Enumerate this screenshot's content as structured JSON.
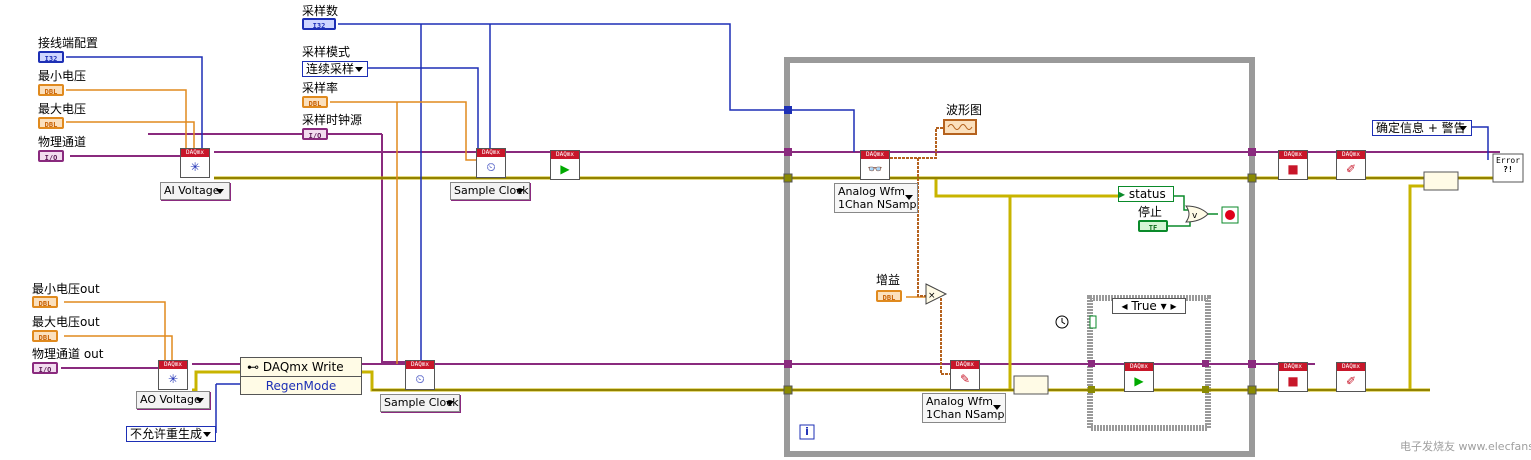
{
  "controls": {
    "terminal_config": {
      "label": "接线端配置",
      "type": "I32"
    },
    "min_voltage": {
      "label": "最小电压",
      "type": "DBL"
    },
    "max_voltage": {
      "label": "最大电压",
      "type": "DBL"
    },
    "physical_channel": {
      "label": "物理通道",
      "type": "I/O"
    },
    "samples": {
      "label": "采样数",
      "type": "I32"
    },
    "sample_mode": {
      "label": "采样模式",
      "value": "连续采样"
    },
    "sample_rate": {
      "label": "采样率",
      "type": "DBL"
    },
    "sample_clock_source": {
      "label": "采样时钟源",
      "type": "I/O"
    },
    "min_voltage_out": {
      "label": "最小电压out",
      "type": "DBL"
    },
    "max_voltage_out": {
      "label": "最大电压out",
      "type": "DBL"
    },
    "physical_channel_out": {
      "label": "物理通道 out",
      "type": "I/O"
    },
    "regen_value": {
      "value": "不允许重生成"
    },
    "gain": {
      "label": "增益",
      "type": "DBL"
    },
    "stop": {
      "label": "停止",
      "type": "TF"
    },
    "error_mode": {
      "value": "确定信息 + 警告"
    }
  },
  "nodes": {
    "ai_voltage": "AI Voltage",
    "ao_voltage": "AO Voltage",
    "sample_clock_ai": "Sample Clock",
    "sample_clock_ao": "Sample Clock",
    "property_title": "DAQmx Write",
    "property_item": "RegenMode",
    "read_line1": "Analog Wfm",
    "read_line2": "1Chan NSamp",
    "write_line1": "Analog Wfm",
    "write_line2": "1Chan NSamp",
    "status": "status",
    "waveform_graph": "波形图",
    "case_value": "True",
    "loop_iteration": "i",
    "daqmx_tag": "DAQmx",
    "error_tag": "Error",
    "error_q": "?!"
  },
  "colors": {
    "dbl": "#e08a1e",
    "i32": "#1d2fb5",
    "io": "#8a2a7e",
    "error_wire": "#c8b400",
    "task_wire": "#8a2a7e",
    "bool": "#0a8a2a",
    "stop_button": "#e0001a"
  },
  "watermark": "电子发烧友 www.elecfans.com"
}
